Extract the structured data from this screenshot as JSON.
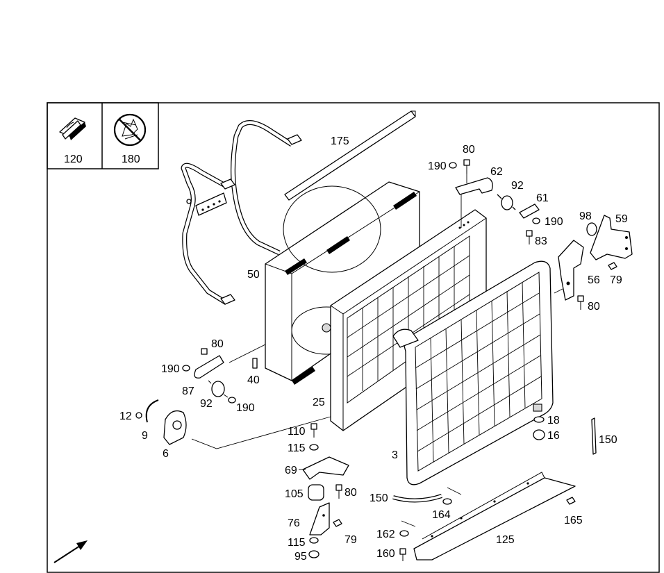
{
  "legend": {
    "items": [
      {
        "number": "120",
        "icon": "sealing-strip-icon"
      },
      {
        "number": "180",
        "icon": "no-touch-prohibition-icon"
      }
    ]
  },
  "callouts": [
    {
      "id": "c175",
      "text": "175"
    },
    {
      "id": "c80a",
      "text": "80"
    },
    {
      "id": "c190a",
      "text": "190"
    },
    {
      "id": "c62",
      "text": "62"
    },
    {
      "id": "c92a",
      "text": "92"
    },
    {
      "id": "c61",
      "text": "61"
    },
    {
      "id": "c190b",
      "text": "190"
    },
    {
      "id": "c98",
      "text": "98"
    },
    {
      "id": "c59",
      "text": "59"
    },
    {
      "id": "c83",
      "text": "83"
    },
    {
      "id": "c56",
      "text": "56"
    },
    {
      "id": "c79a",
      "text": "79"
    },
    {
      "id": "c80b",
      "text": "80"
    },
    {
      "id": "c50",
      "text": "50"
    },
    {
      "id": "c80c",
      "text": "80"
    },
    {
      "id": "c190c",
      "text": "190"
    },
    {
      "id": "c87",
      "text": "87"
    },
    {
      "id": "c40",
      "text": "40"
    },
    {
      "id": "c92b",
      "text": "92"
    },
    {
      "id": "c190d",
      "text": "190"
    },
    {
      "id": "c25",
      "text": "25"
    },
    {
      "id": "c12",
      "text": "12"
    },
    {
      "id": "c9",
      "text": "9"
    },
    {
      "id": "c6",
      "text": "6"
    },
    {
      "id": "c110",
      "text": "110"
    },
    {
      "id": "c115a",
      "text": "115"
    },
    {
      "id": "c69",
      "text": "69"
    },
    {
      "id": "c105",
      "text": "105"
    },
    {
      "id": "c80d",
      "text": "80"
    },
    {
      "id": "c76",
      "text": "76"
    },
    {
      "id": "c79b",
      "text": "79"
    },
    {
      "id": "c115b",
      "text": "115"
    },
    {
      "id": "c95",
      "text": "95"
    },
    {
      "id": "c3",
      "text": "3"
    },
    {
      "id": "c18",
      "text": "18"
    },
    {
      "id": "c16",
      "text": "16"
    },
    {
      "id": "c150a",
      "text": "150"
    },
    {
      "id": "c150b",
      "text": "150"
    },
    {
      "id": "c164",
      "text": "164"
    },
    {
      "id": "c165",
      "text": "165"
    },
    {
      "id": "c162",
      "text": "162"
    },
    {
      "id": "c125",
      "text": "125"
    },
    {
      "id": "c160",
      "text": "160"
    }
  ],
  "colors": {
    "ink": "#000000",
    "paper": "#ffffff"
  },
  "orientation_marker": "front-direction-arrow-icon"
}
